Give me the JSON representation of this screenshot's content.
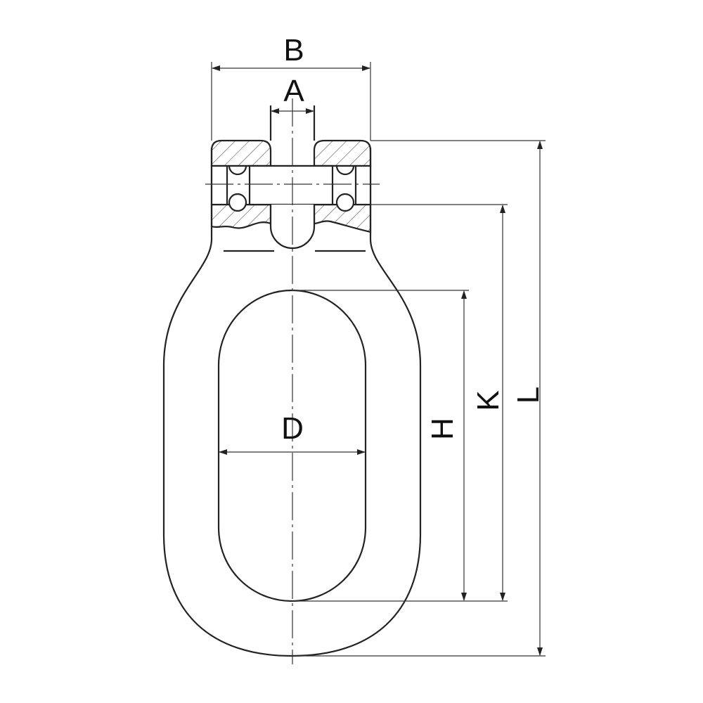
{
  "labels": {
    "A": "A",
    "B": "B",
    "D": "D",
    "H": "H",
    "K": "K",
    "L": "L"
  },
  "colors": {
    "line": "#222222",
    "hatch": "#555555"
  }
}
